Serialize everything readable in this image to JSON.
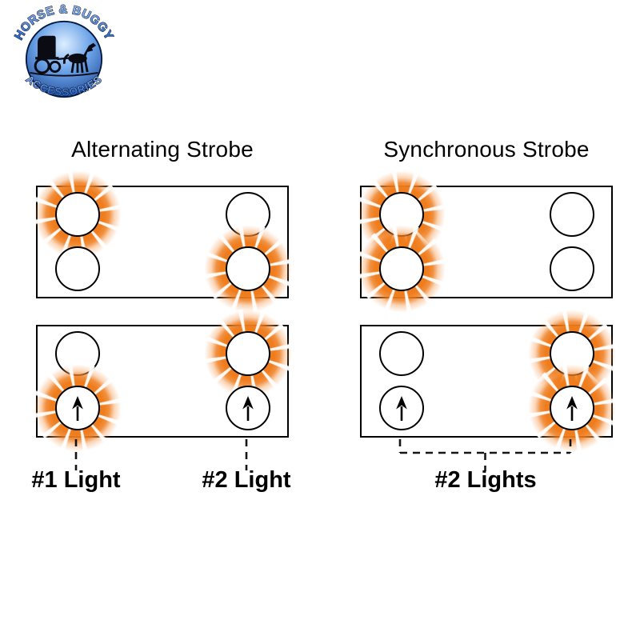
{
  "logo": {
    "top_text": "HORSE & BUGGY",
    "bottom_text": "ACCESSORIES"
  },
  "panels": [
    {
      "title": "Alternating Strobe",
      "boxes": [
        {
          "lamps": [
            {
              "pos": "tl",
              "lit": true
            },
            {
              "pos": "tr",
              "lit": false
            },
            {
              "pos": "bl",
              "lit": false
            },
            {
              "pos": "br",
              "lit": true
            }
          ]
        },
        {
          "lamps": [
            {
              "pos": "tl",
              "lit": false
            },
            {
              "pos": "tr",
              "lit": true
            },
            {
              "pos": "bl",
              "lit": true,
              "arrow": true
            },
            {
              "pos": "br",
              "lit": false,
              "arrow": true
            }
          ]
        }
      ],
      "labels": [
        {
          "text": "#1 Light"
        },
        {
          "text": "#2 Light"
        }
      ]
    },
    {
      "title": "Synchronous Strobe",
      "boxes": [
        {
          "lamps": [
            {
              "pos": "tl",
              "lit": true
            },
            {
              "pos": "tr",
              "lit": false
            },
            {
              "pos": "bl",
              "lit": true
            },
            {
              "pos": "br",
              "lit": false
            }
          ]
        },
        {
          "lamps": [
            {
              "pos": "tl",
              "lit": false
            },
            {
              "pos": "tr",
              "lit": true
            },
            {
              "pos": "bl",
              "lit": false,
              "arrow": true
            },
            {
              "pos": "br",
              "lit": true,
              "arrow": true
            }
          ]
        }
      ],
      "labels": [
        {
          "text": "#2 Lights"
        }
      ]
    }
  ],
  "colors": {
    "glow": "#EF7D1E",
    "outline": "#000000",
    "logo-blue": "#3B7FD8"
  }
}
